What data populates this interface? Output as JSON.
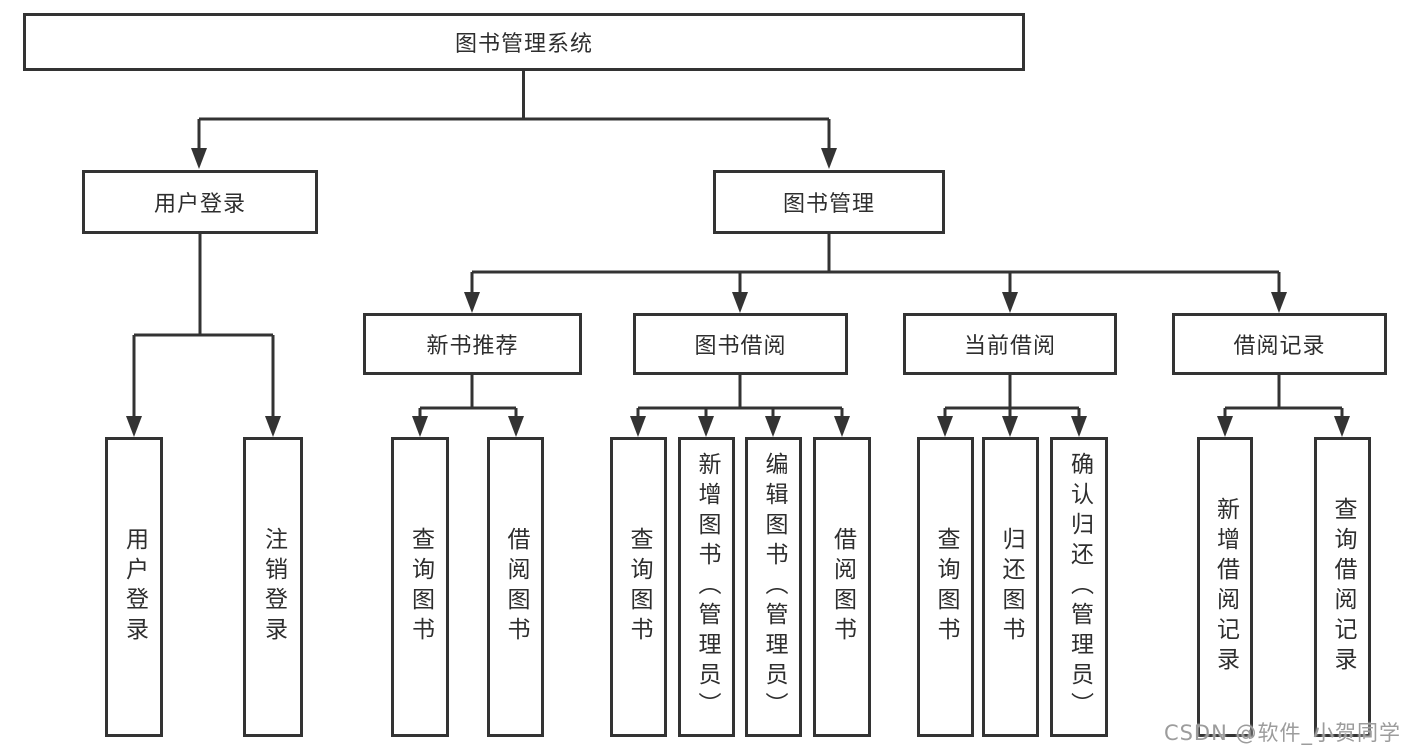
{
  "diagram": {
    "root": {
      "label": "图书管理系统"
    },
    "level2": [
      {
        "label": "用户登录",
        "children": [
          {
            "label": "用户登录"
          },
          {
            "label": "注销登录"
          }
        ]
      },
      {
        "label": "图书管理",
        "children": [
          {
            "label": "新书推荐",
            "children": [
              {
                "label": "查询图书"
              },
              {
                "label": "借阅图书"
              }
            ]
          },
          {
            "label": "图书借阅",
            "children": [
              {
                "label": "查询图书"
              },
              {
                "label": "新增图书（管理员）"
              },
              {
                "label": "编辑图书（管理员）"
              },
              {
                "label": "借阅图书"
              }
            ]
          },
          {
            "label": "当前借阅",
            "children": [
              {
                "label": "查询图书"
              },
              {
                "label": "归还图书"
              },
              {
                "label": "确认归还（管理员）"
              }
            ]
          },
          {
            "label": "借阅记录",
            "children": [
              {
                "label": "新增借阅记录"
              },
              {
                "label": "查询借阅记录"
              }
            ]
          }
        ]
      }
    ]
  },
  "watermark": {
    "text": "CSDN @软件_小贺同学"
  },
  "colors": {
    "line": "#333333",
    "text": "#2e2e2e",
    "background": "#ffffff",
    "watermark_gray": "#9c9c9c"
  }
}
